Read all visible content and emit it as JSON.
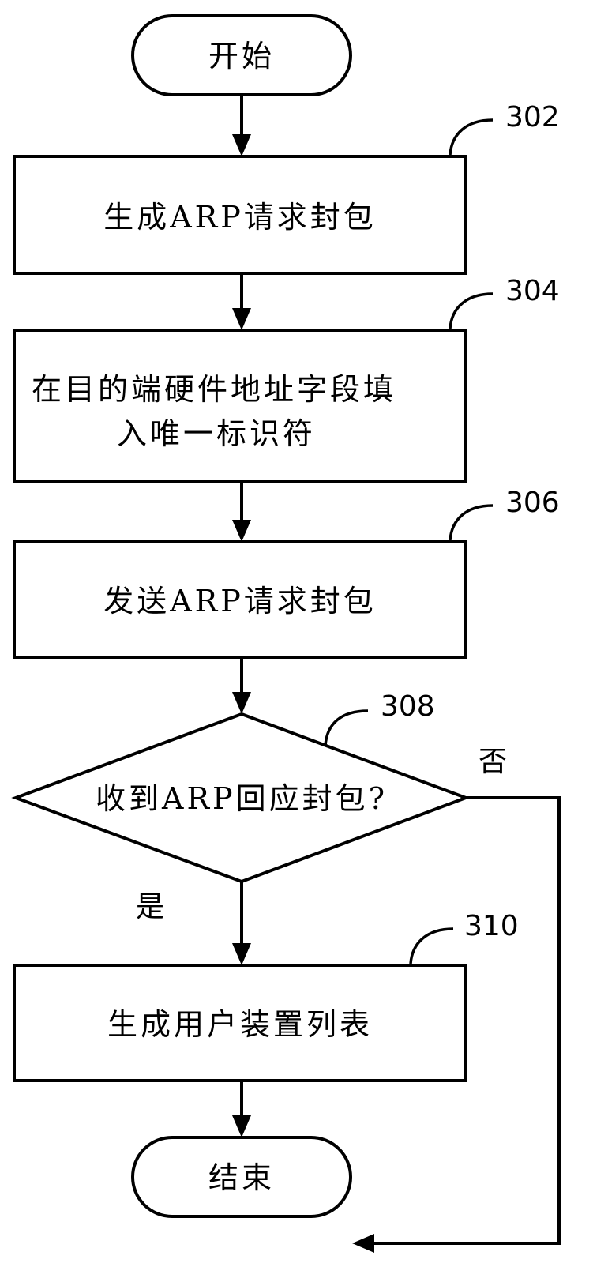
{
  "nodes": {
    "start": {
      "label": "开始"
    },
    "step_302": {
      "label": "生成ARP请求封包",
      "ref": "302"
    },
    "step_304": {
      "line1": "在目的端硬件地址字段填",
      "line2": "入唯一标识符",
      "ref": "304"
    },
    "step_306": {
      "label": "发送ARP请求封包",
      "ref": "306"
    },
    "decision_308": {
      "label": "收到ARP回应封包?",
      "ref": "308",
      "no_label": "否",
      "yes_label": "是"
    },
    "step_310": {
      "label": "生成用户装置列表",
      "ref": "310"
    },
    "end": {
      "label": "结束"
    }
  },
  "colors": {
    "stroke": "#000000",
    "fill": "#ffffff"
  }
}
